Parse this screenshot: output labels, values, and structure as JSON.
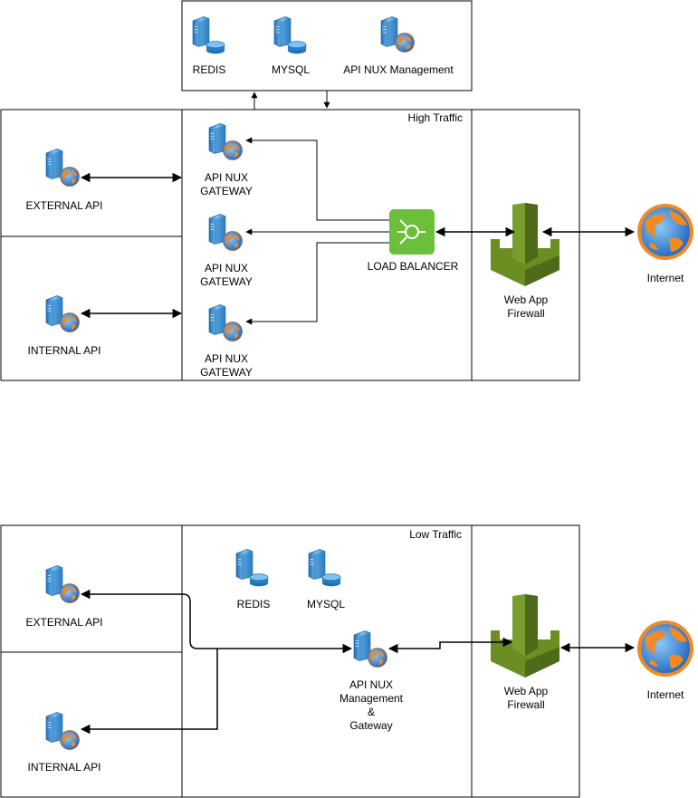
{
  "colors": {
    "line": "#000000",
    "server_light": "#7fc4f0",
    "server_dark": "#1f6fb8",
    "globe_orange": "#f08a24",
    "globe_blue": "#3a86d8",
    "lb_green": "#6bbf3a",
    "waf_green": "#6b8e23",
    "waf_dark": "#4e6b1a"
  },
  "top": {
    "db_box": {
      "redis_label": "REDIS",
      "mysql_label": "MYSQL",
      "mgmt_label": "API NUX Management"
    },
    "zone_label": "High Traffic",
    "external_api_label": "EXTERNAL API",
    "internal_api_label": "INTERNAL API",
    "gateway_label_line1": "API NUX",
    "gateway_label_line2": "GATEWAY",
    "load_balancer_label": "LOAD BALANCER",
    "waf_label_line1": "Web App",
    "waf_label_line2": "Firewall",
    "internet_label": "Internet"
  },
  "bottom": {
    "zone_label": "Low Traffic",
    "external_api_label": "EXTERNAL API",
    "internal_api_label": "INTERNAL API",
    "redis_label": "REDIS",
    "mysql_label": "MYSQL",
    "gateway_label_line1": "API NUX",
    "gateway_label_line2": "Management",
    "gateway_label_line3": "&",
    "gateway_label_line4": "Gateway",
    "waf_label_line1": "Web App",
    "waf_label_line2": "Firewall",
    "internet_label": "Internet"
  }
}
